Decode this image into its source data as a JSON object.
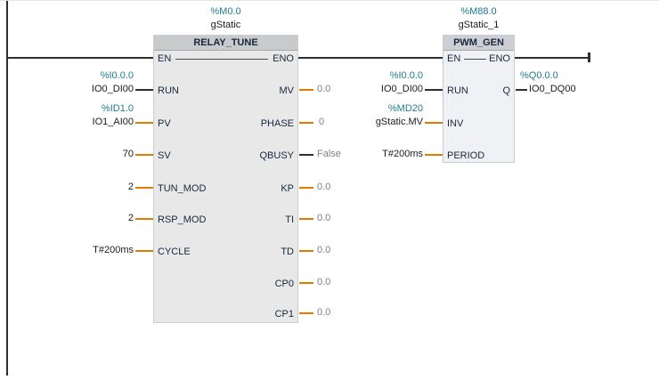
{
  "colors": {
    "address_teal": "#1f7a8e",
    "wire_bool": "#2e2e2e",
    "wire_analog": "#e07c00",
    "monitor_value_gray": "#7f7f7f",
    "block_body_gray": "#e8e8e9",
    "block_header_gray": "#c9cacc"
  },
  "network": {
    "blocks": {
      "relay": {
        "address": "%M0.0",
        "instance": "gStatic",
        "title": "RELAY_TUNE",
        "en": "EN",
        "eno": "ENO",
        "inputs": [
          {
            "port": "RUN",
            "address": "%I0.0.0",
            "operand": "IO0_DI00"
          },
          {
            "port": "PV",
            "address": "%ID1.0",
            "operand": "IO1_AI00"
          },
          {
            "port": "SV",
            "operand": "70"
          },
          {
            "port": "TUN_MOD",
            "operand": "2"
          },
          {
            "port": "RSP_MOD",
            "operand": "2"
          },
          {
            "port": "CYCLE",
            "operand": "T#200ms"
          }
        ],
        "outputs": [
          {
            "port": "MV",
            "value": "0.0"
          },
          {
            "port": "PHASE",
            "value": "0"
          },
          {
            "port": "QBUSY",
            "value": "False"
          },
          {
            "port": "KP",
            "value": "0.0"
          },
          {
            "port": "TI",
            "value": "0.0"
          },
          {
            "port": "TD",
            "value": "0.0"
          },
          {
            "port": "CP0",
            "value": "0.0"
          },
          {
            "port": "CP1",
            "value": "0.0"
          }
        ]
      },
      "pwm": {
        "address": "%M88.0",
        "instance": "gStatic_1",
        "title": "PWM_GEN",
        "en": "EN",
        "eno": "ENO",
        "inputs": [
          {
            "port": "RUN",
            "address": "%I0.0.0",
            "operand": "IO0_DI00"
          },
          {
            "port": "INV",
            "address": "%MD20",
            "operand": "gStatic.MV"
          },
          {
            "port": "PERIOD",
            "operand": "T#200ms"
          }
        ],
        "outputs": [
          {
            "port": "Q",
            "address": "%Q0.0.0",
            "operand": "IO0_DQ00"
          }
        ]
      }
    }
  }
}
